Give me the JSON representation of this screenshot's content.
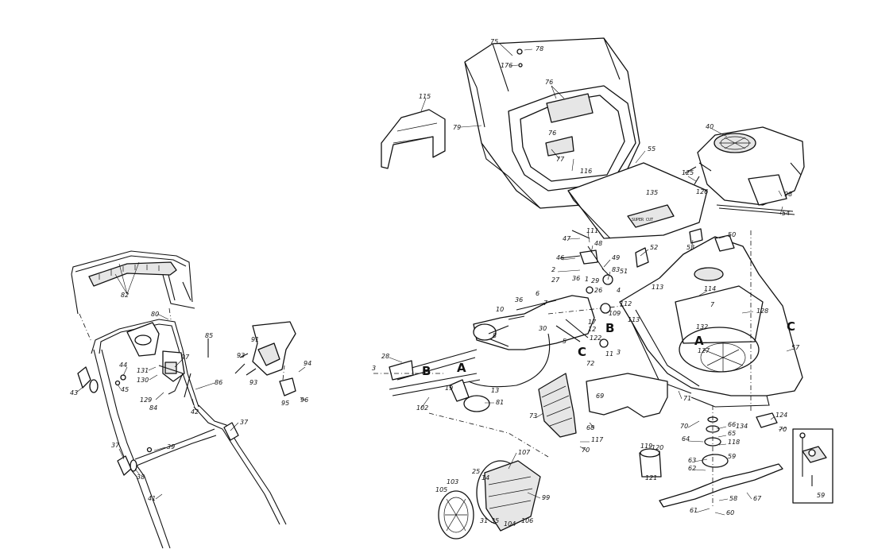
{
  "labels": {
    "l1": "1",
    "l2": "2",
    "l3": "3",
    "l4": "4",
    "l5": "5",
    "l6": "6",
    "l7": "7",
    "l8": "8",
    "l10": "10",
    "l11": "11",
    "l12": "12",
    "l13": "13",
    "l14": "14",
    "l17": "17",
    "l19": "19",
    "l25": "25",
    "l26": "26",
    "l27": "27",
    "l28": "28",
    "l29": "29",
    "l30": "30",
    "l31": "31",
    "l35": "35",
    "l36": "36",
    "l37": "37",
    "l38": "38",
    "l39": "39",
    "l40": "40",
    "l41": "41",
    "l42": "42",
    "l43": "43",
    "l44": "44",
    "l45": "45",
    "l46": "46",
    "l47": "47",
    "l48": "48",
    "l49": "49",
    "l50": "50",
    "l51": "51",
    "l52": "52",
    "l53": "53",
    "l54": "54",
    "l55": "55",
    "l57": "57",
    "l58": "58",
    "l59": "59",
    "l60": "60",
    "l61": "61",
    "l62": "62",
    "l63": "63",
    "l64": "64",
    "l65": "65",
    "l66": "66",
    "l67": "67",
    "l68": "68",
    "l69": "69",
    "l70": "70",
    "l71": "71",
    "l72": "72",
    "l73": "73",
    "l75": "75",
    "l76": "76",
    "l77": "77",
    "l78": "78",
    "l79": "79",
    "l80": "80",
    "l81": "81",
    "l82": "82",
    "l83": "83",
    "l84": "84",
    "l85": "85",
    "l86": "86",
    "l91": "91",
    "l93": "93",
    "l94": "94",
    "l95": "95",
    "l96": "96",
    "l97": "97",
    "l98": "98",
    "l99": "99",
    "l102": "102",
    "l103": "103",
    "l104": "104",
    "l105": "105",
    "l106": "106",
    "l107": "107",
    "l109": "109",
    "l111": "111",
    "l112": "112",
    "l113": "113",
    "l114": "114",
    "l115": "115",
    "l116": "116",
    "l117": "117",
    "l118": "118",
    "l119": "119",
    "l120": "120",
    "l121": "121",
    "l122": "122",
    "l124": "124",
    "l125": "125",
    "l126": "126",
    "l127": "127",
    "l128": "128",
    "l129": "129",
    "l130": "130",
    "l131": "131",
    "l132": "132",
    "l134": "134",
    "l135": "135",
    "l176": "176",
    "decal": "SUPER CUT"
  },
  "refs": {
    "A": "A",
    "B": "B",
    "C": "C"
  }
}
